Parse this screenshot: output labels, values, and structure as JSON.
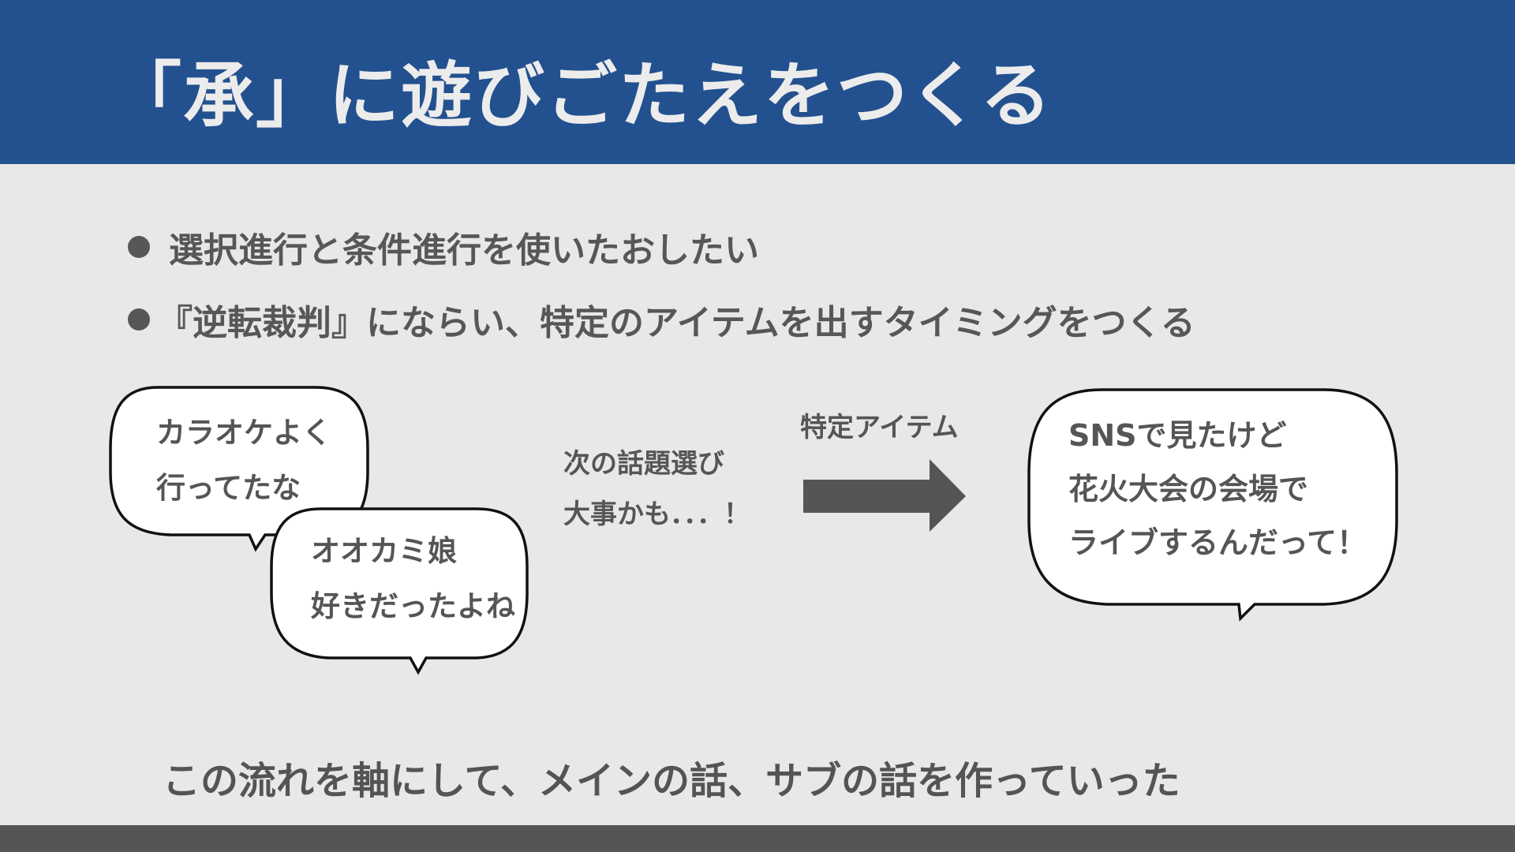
{
  "slide": {
    "title": "「承」に遊びごたえをつくる",
    "bullets": [
      "選択進行と条件進行を使いたおしたい",
      "『逆転裁判』にならい、特定のアイテムを出すタイミングをつくる"
    ],
    "bubbles": {
      "left_top": [
        "カラオケよく",
        "行ってたな"
      ],
      "left_bottom": [
        "オオカミ娘",
        "好きだったよね"
      ],
      "right": [
        "SNSで見たけど",
        "花火大会の会場で",
        "ライブするんだって！"
      ]
    },
    "middle_text": [
      "次の話題選び",
      "大事かも．．．！"
    ],
    "arrow_label": "特定アイテム",
    "footer": "この流れを軸にして、メインの話、サブの話を作っていった"
  },
  "colors": {
    "header": "#23518f",
    "background": "#e8e8e8",
    "text": "#555555",
    "footer_bar": "#555555"
  }
}
